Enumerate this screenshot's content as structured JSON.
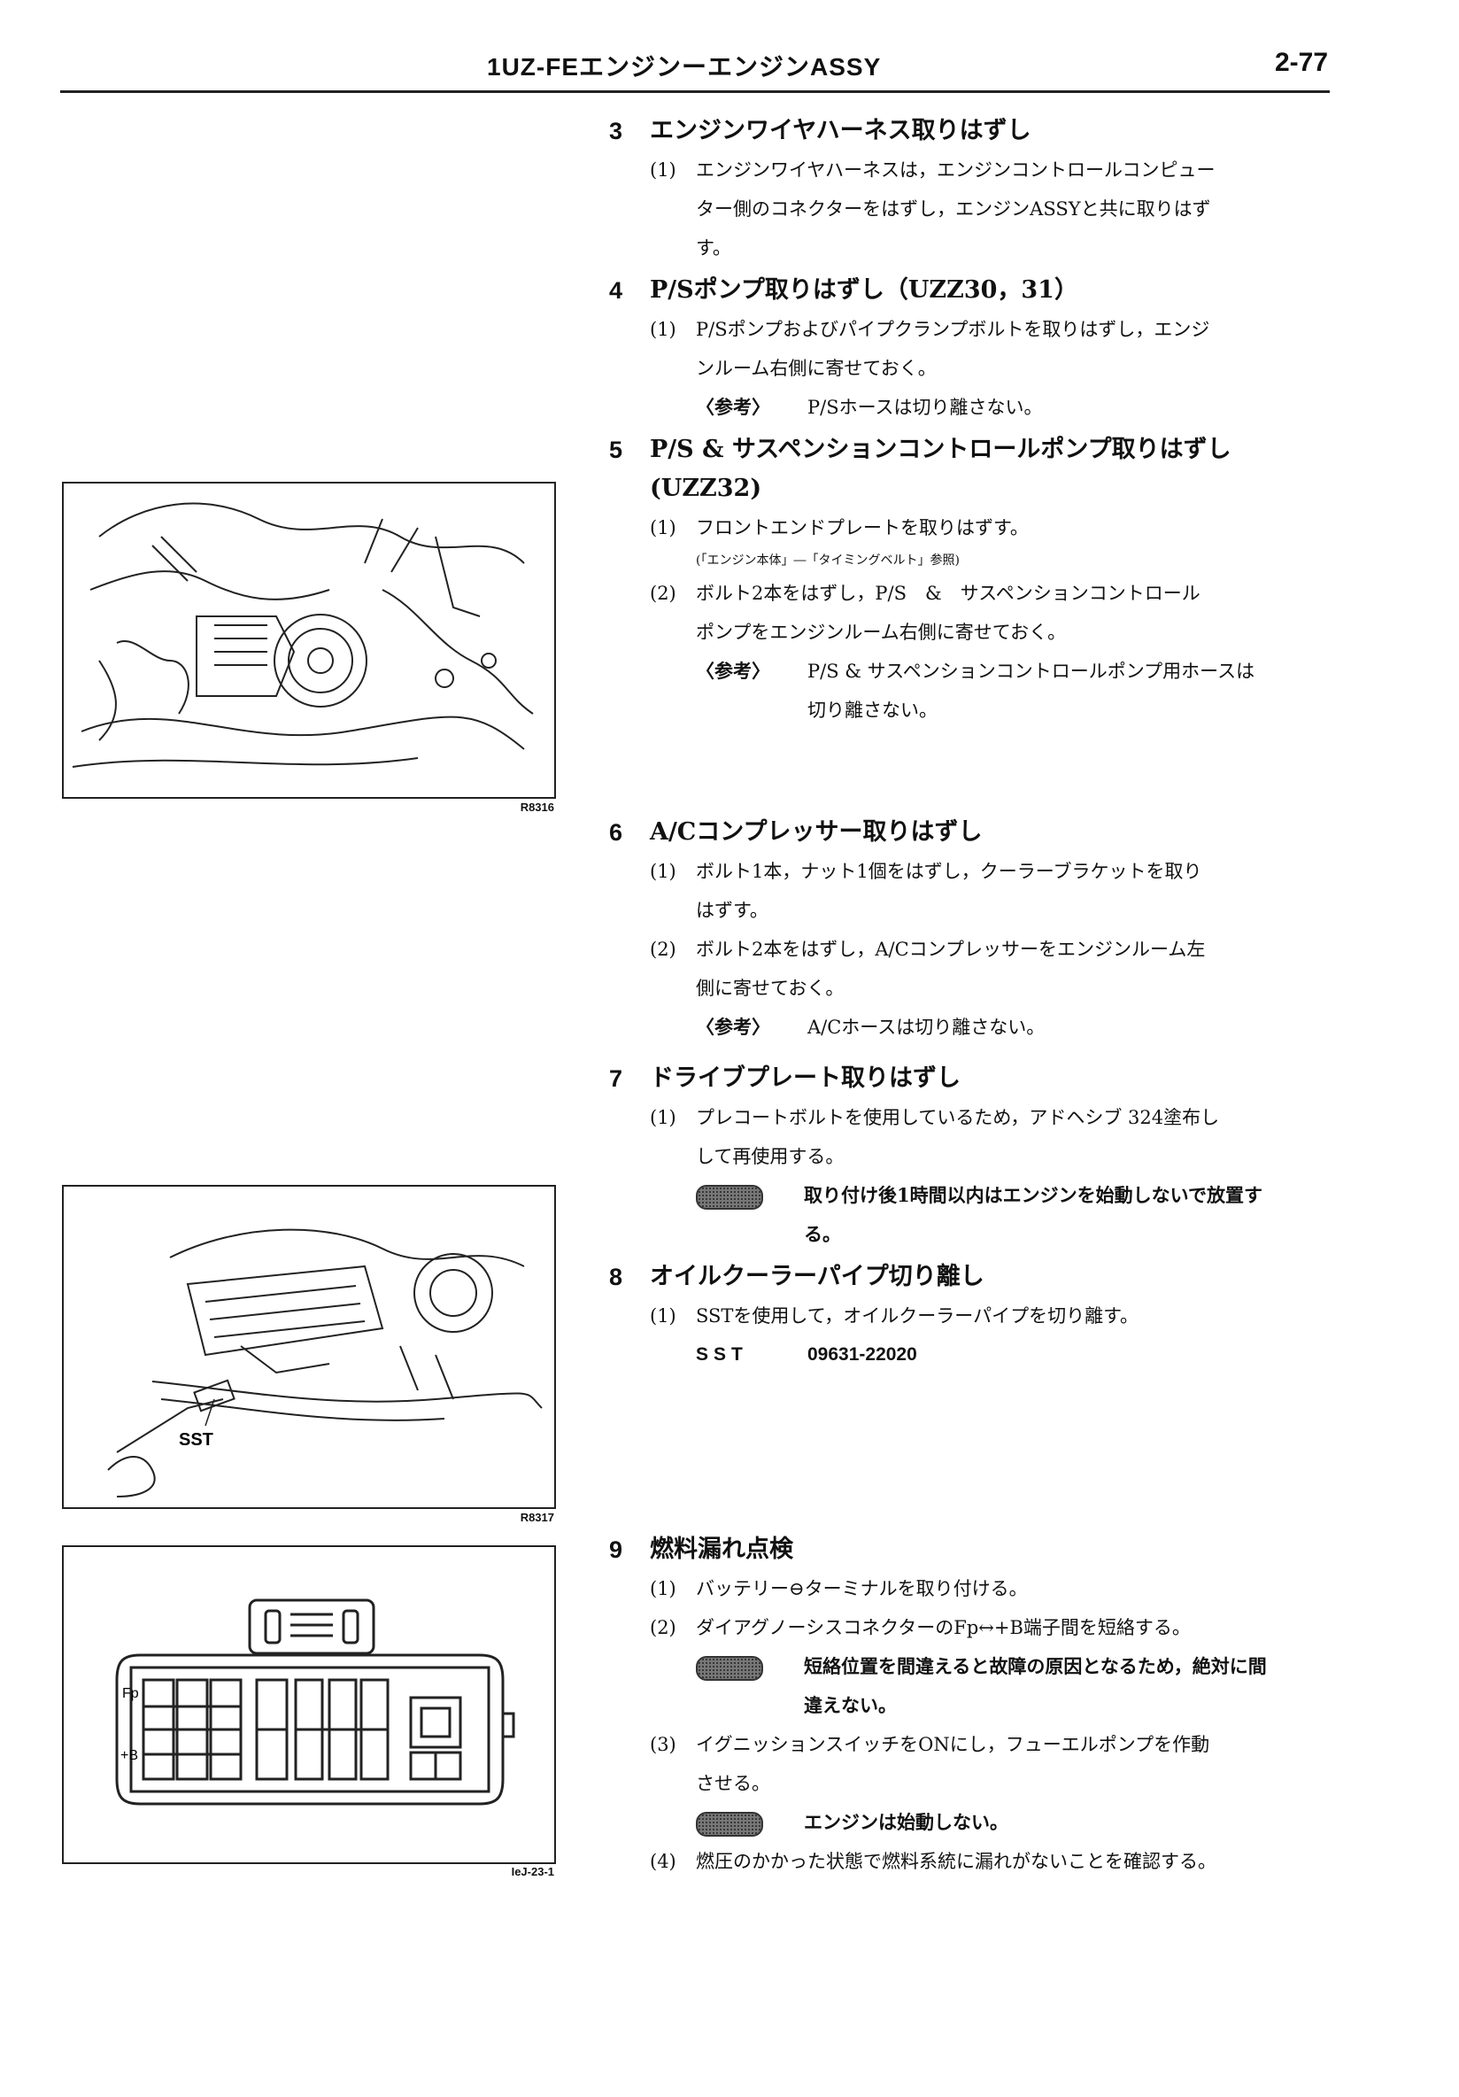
{
  "header": {
    "title": "1UZ-FEエンジンーエンジンASSY",
    "page": "2-77"
  },
  "figures": {
    "fig1_code": "R8316",
    "fig2_code": "R8317",
    "fig2_label": "SST",
    "fig3_code": "IeJ-23-1",
    "fig3_label_fp": "Fp",
    "fig3_label_b": "+B"
  },
  "sections": {
    "s3": {
      "num": "3",
      "title": "エンジンワイヤハーネス取りはずし",
      "i1_num": "(1)",
      "i1_line1": "エンジンワイヤハーネスは，エンジンコントロールコンピュー",
      "i1_line2": "ター側のコネクターをはずし，エンジンASSYと共に取りはず",
      "i1_line3": "す。"
    },
    "s4": {
      "num": "4",
      "title": "P/Sポンプ取りはずし（UZZ30，31）",
      "i1_num": "(1)",
      "i1_line1": "P/Sポンプおよびパイプクランプボルトを取りはずし，エンジ",
      "i1_line2": "ンルーム右側に寄せておく。",
      "note_label": "〈参考〉",
      "note_text": "P/Sホースは切り離さない。"
    },
    "s5": {
      "num": "5",
      "title": "P/S & サスペンションコントロールポンプ取りはずし",
      "title_cont": "(UZZ32)",
      "i1_num": "(1)",
      "i1_line1": "フロントエンドプレートを取りはずす。",
      "i1_ref": "(「エンジン本体」―「タイミングベルト」参照)",
      "i2_num": "(2)",
      "i2_line1": "ボルト2本をはずし，P/S　&　サスペンションコントロール",
      "i2_line2": "ポンプをエンジンルーム右側に寄せておく。",
      "note_label": "〈参考〉",
      "note_line1": "P/S & サスペンションコントロールポンプ用ホースは",
      "note_line2": "切り離さない。"
    },
    "s6": {
      "num": "6",
      "title": "A/Cコンプレッサー取りはずし",
      "i1_num": "(1)",
      "i1_line1": "ボルト1本，ナット1個をはずし，クーラーブラケットを取り",
      "i1_line2": "はずす。",
      "i2_num": "(2)",
      "i2_line1": "ボルト2本をはずし，A/Cコンプレッサーをエンジンルーム左",
      "i2_line2": "側に寄せておく。",
      "note_label": "〈参考〉",
      "note_text": "A/Cホースは切り離さない。"
    },
    "s7": {
      "num": "7",
      "title": "ドライブプレート取りはずし",
      "i1_num": "(1)",
      "i1_line1": "プレコートボルトを使用しているため，アドヘシブ 324塗布し",
      "i1_line2": "して再使用する。",
      "caution_line1": "取り付け後1時間以内はエンジンを始動しないで放置す",
      "caution_line2": "る。"
    },
    "s8": {
      "num": "8",
      "title": "オイルクーラーパイプ切り離し",
      "i1_num": "(1)",
      "i1_line1": "SSTを使用して，オイルクーラーパイプを切り離す。",
      "sst_label": "SST",
      "sst_num": "09631-22020"
    },
    "s9": {
      "num": "9",
      "title": "燃料漏れ点検",
      "i1_num": "(1)",
      "i1_line1": "バッテリー⊖ターミナルを取り付ける。",
      "i2_num": "(2)",
      "i2_line1": "ダイアグノーシスコネクターのFp↔+B端子間を短絡する。",
      "caution1_line1": "短絡位置を間違えると故障の原因となるため，絶対に間",
      "caution1_line2": "違えない。",
      "i3_num": "(3)",
      "i3_line1": "イグニッションスイッチをONにし，フューエルポンプを作動",
      "i3_line2": "させる。",
      "caution2_text": "エンジンは始動しない。",
      "i4_num": "(4)",
      "i4_line1": "燃圧のかかった状態で燃料系統に漏れがないことを確認する。"
    }
  }
}
